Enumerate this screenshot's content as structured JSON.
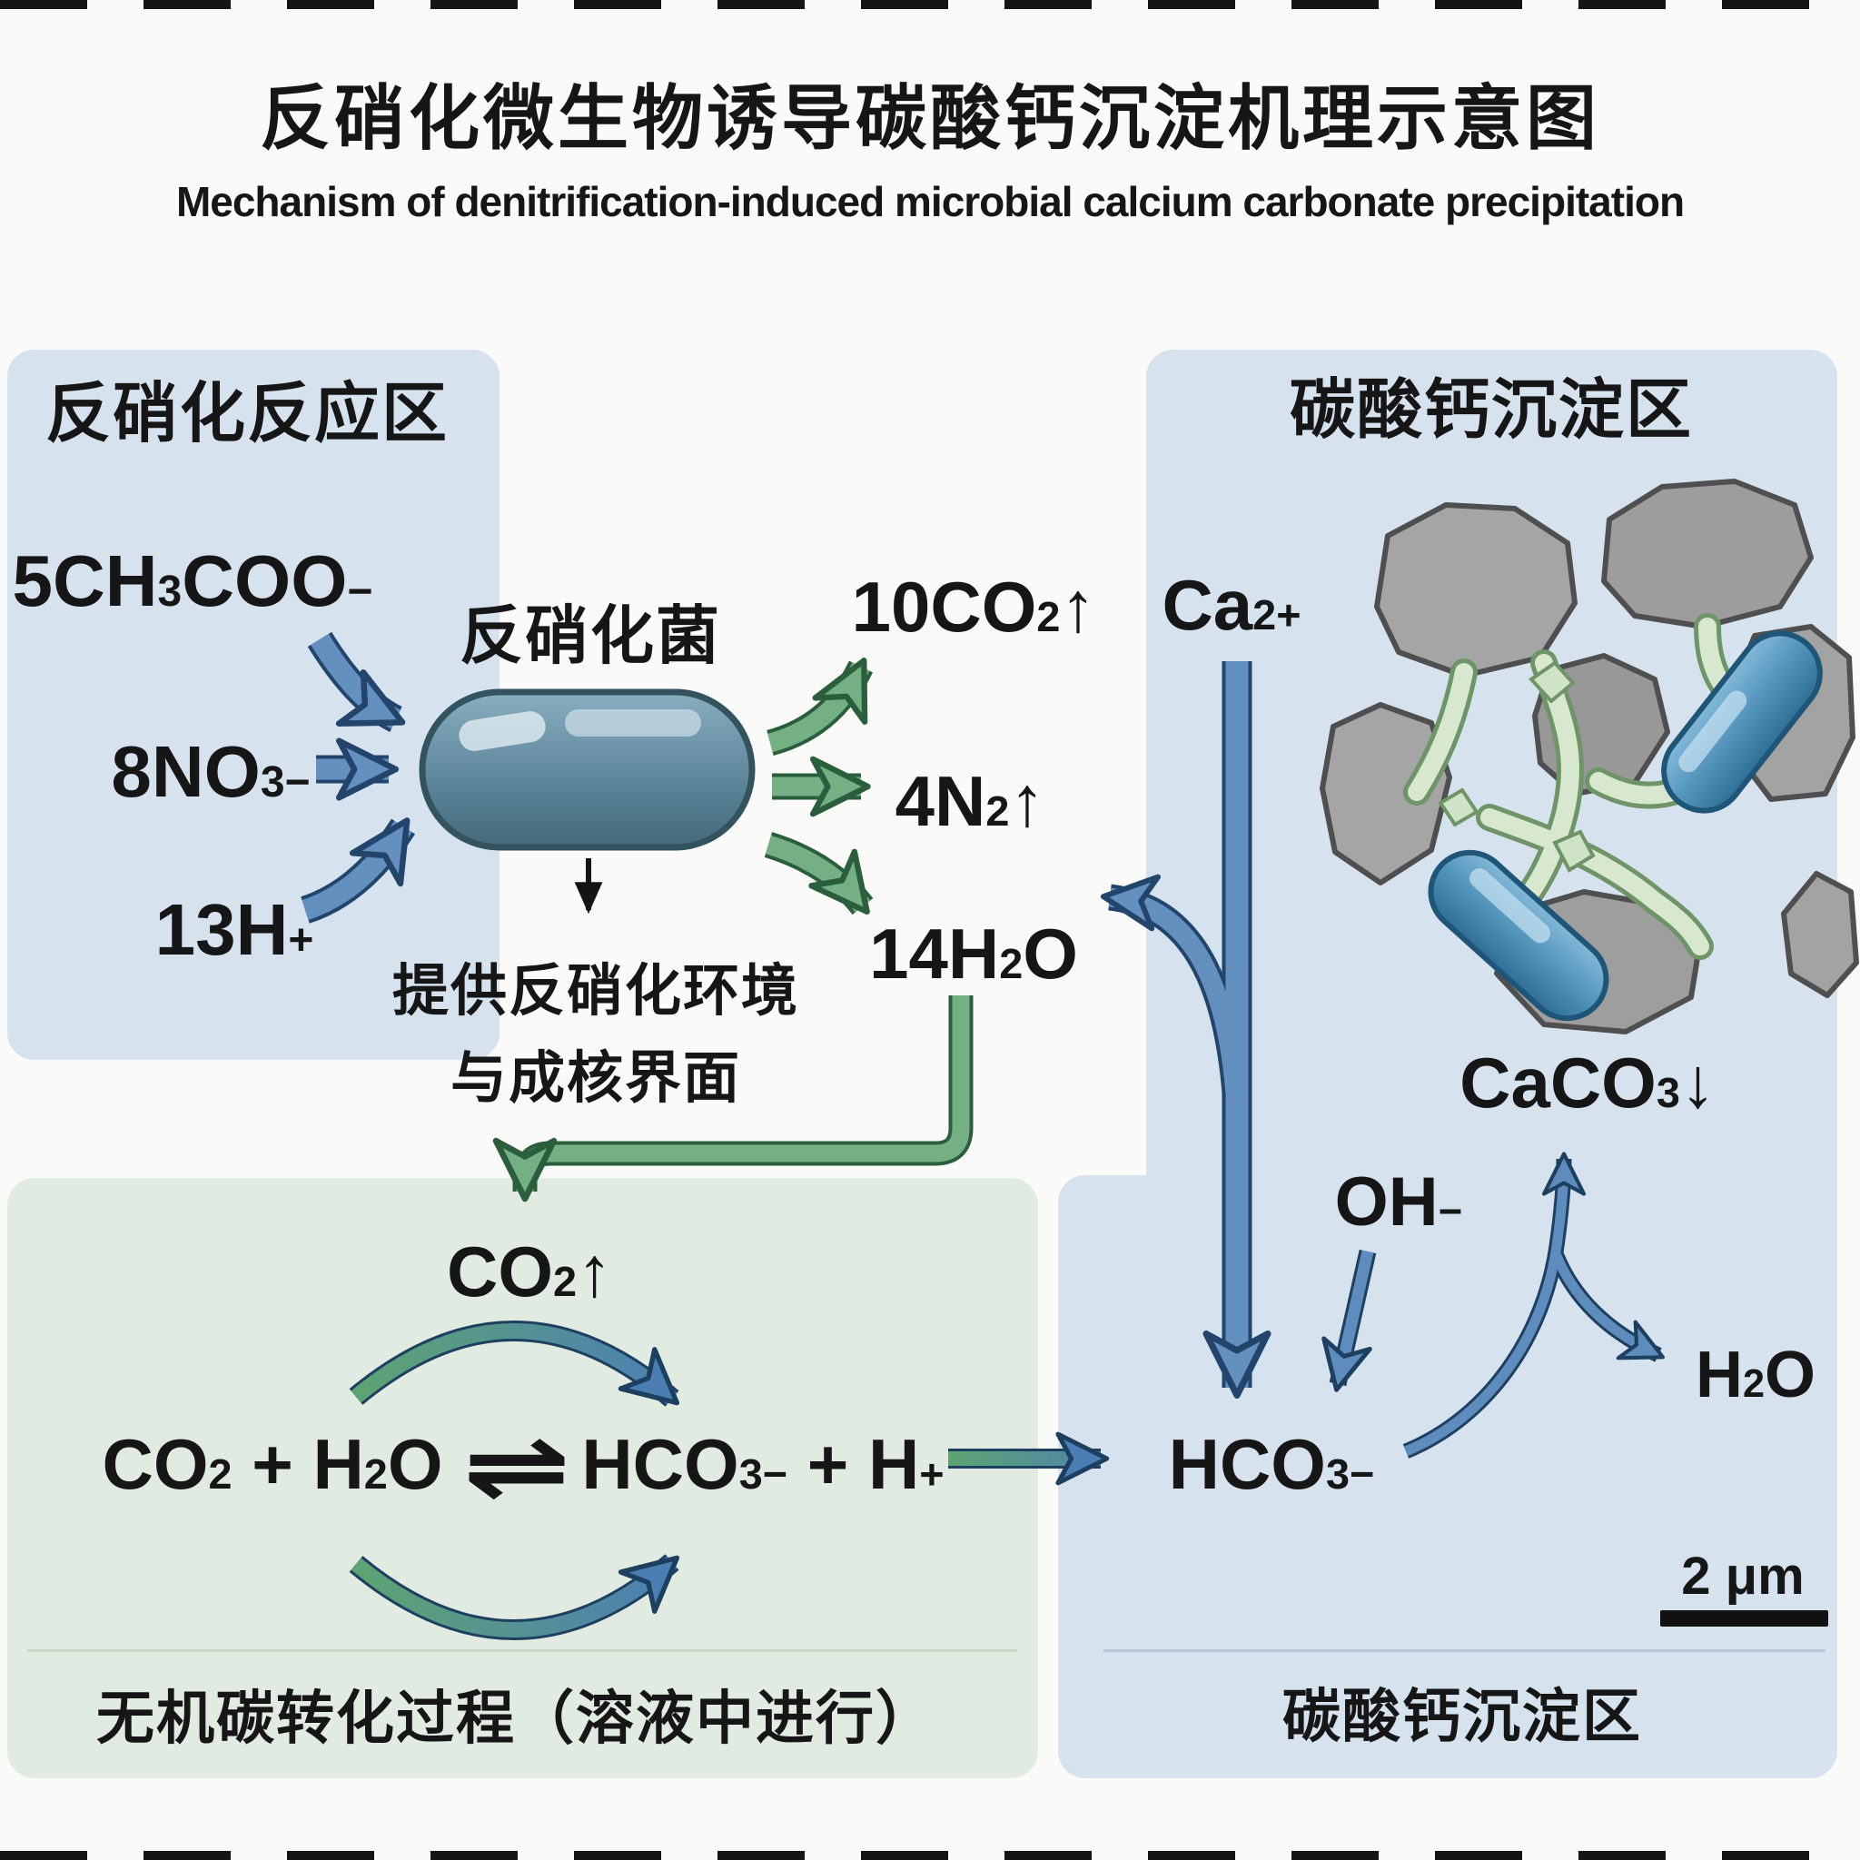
{
  "page": {
    "title_zh": "反硝化微生物诱导碳酸钙沉淀机理示意图",
    "title_en": "Mechanism of denitrification-induced microbial calcium carbonate precipitation"
  },
  "left_panel": {
    "title": "反硝化反应区",
    "input_acetate": "5CH~3~COO^−^",
    "input_nitrate": "8NO~3~^−^",
    "input_proton": "13H^+^",
    "bacteria_label": "反硝化菌",
    "note_line1": "提供反硝化环境",
    "note_line2": "与成核界面"
  },
  "outputs": {
    "co2": "10CO~2~↑",
    "n2": "4N~2~↑",
    "h2o": "14H~2~O"
  },
  "green_panel": {
    "co2_gas": "CO~2~↑",
    "eq_left": "CO~2~ + H~2~O",
    "eq_symbol": "⇌",
    "eq_right": "HCO~3~^−^ + H^+^",
    "caption": "无机碳转化过程（溶液中进行）"
  },
  "right_panel": {
    "title": "碳酸钙沉淀区",
    "ca": "Ca^2+^",
    "oh": "OH^−^",
    "hco3": "HCO~3~^−^",
    "caco3": "CaCO~3~↓",
    "h2o": "H~2~O",
    "scale_label": "2 μm",
    "caption": "碳酸钙沉淀区"
  },
  "colors": {
    "panel_blue": "#d7e2ef",
    "panel_green": "#e2ebe1",
    "arrow_blue": "#6490c0",
    "arrow_blue_dark": "#23456b",
    "arrow_green": "#74b083",
    "arrow_green_dark": "#2b5e3d",
    "rock_gray": "#a3a3a3",
    "crystal_green": "#d7e8cf",
    "capsule_blue": "#5d809b",
    "text": "#161616"
  }
}
